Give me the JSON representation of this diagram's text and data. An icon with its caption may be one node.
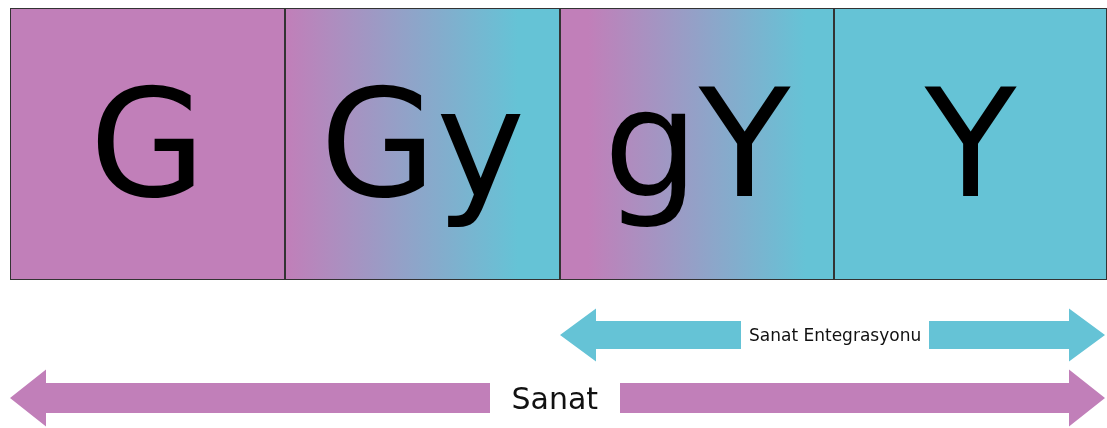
{
  "diagram": {
    "nodes": [
      {
        "text": [
          "G"
        ]
      },
      {
        "text": [
          "Gy"
        ]
      },
      {
        "text": [
          "gY"
        ]
      },
      {
        "text": [
          "Y"
        ]
      }
    ],
    "labels": [
      "Sanat Entegrasyonu",
      "Sanat"
    ]
  }
}
